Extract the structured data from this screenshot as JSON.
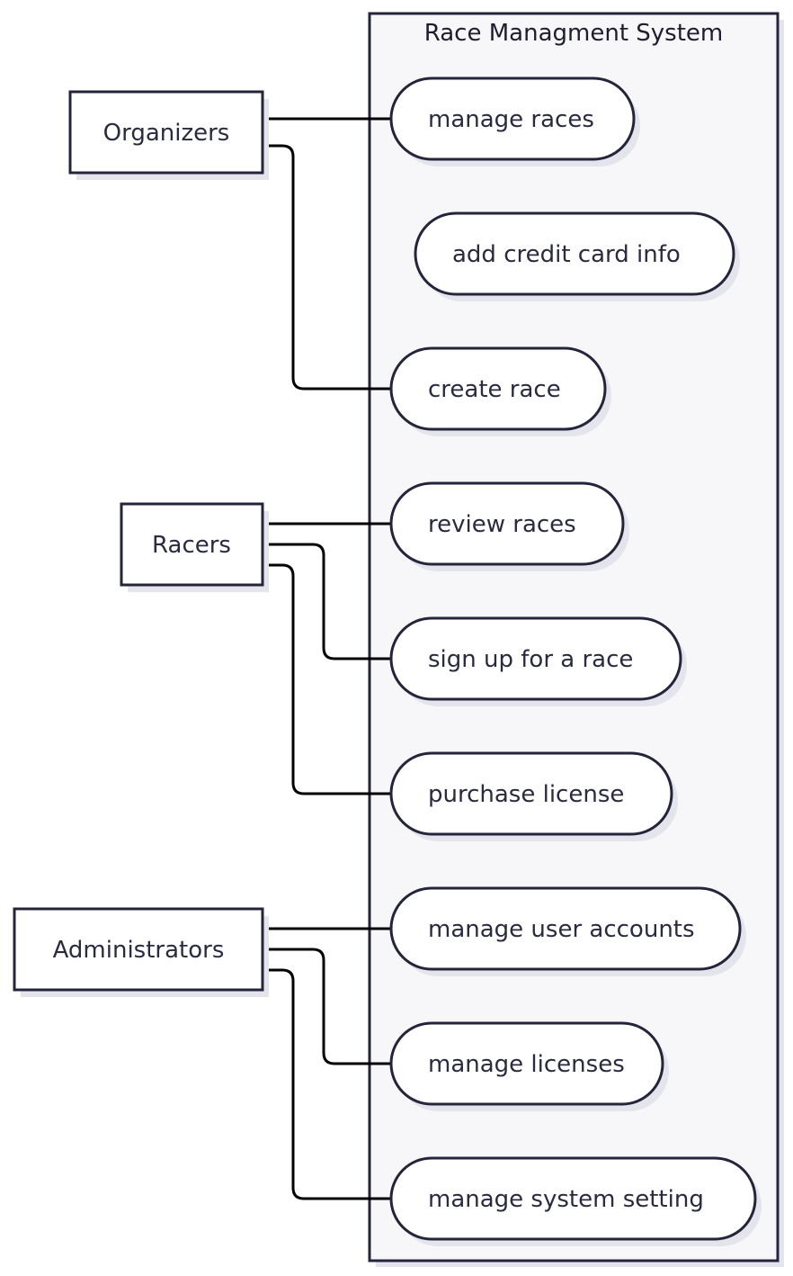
{
  "system": {
    "title": "Race Managment System"
  },
  "actors": [
    {
      "id": "organizers",
      "label": "Organizers"
    },
    {
      "id": "racers",
      "label": "Racers"
    },
    {
      "id": "administrators",
      "label": "Administrators"
    }
  ],
  "use_cases": [
    {
      "id": "manage-races",
      "label": "manage races"
    },
    {
      "id": "add-credit-card-info",
      "label": "add credit card info"
    },
    {
      "id": "create-race",
      "label": "create race"
    },
    {
      "id": "review-races",
      "label": "review races"
    },
    {
      "id": "sign-up-for-a-race",
      "label": "sign up for a race"
    },
    {
      "id": "purchase-license",
      "label": "purchase license"
    },
    {
      "id": "manage-user-accounts",
      "label": "manage user accounts"
    },
    {
      "id": "manage-licenses",
      "label": "manage licenses"
    },
    {
      "id": "manage-system-setting",
      "label": "manage system setting"
    }
  ],
  "associations": [
    {
      "from": "organizers",
      "to": "manage-races"
    },
    {
      "from": "organizers",
      "to": "create-race"
    },
    {
      "from": "racers",
      "to": "review-races"
    },
    {
      "from": "racers",
      "to": "sign-up-for-a-race"
    },
    {
      "from": "racers",
      "to": "purchase-license"
    },
    {
      "from": "administrators",
      "to": "manage-user-accounts"
    },
    {
      "from": "administrators",
      "to": "manage-licenses"
    },
    {
      "from": "administrators",
      "to": "manage-system-setting"
    }
  ]
}
